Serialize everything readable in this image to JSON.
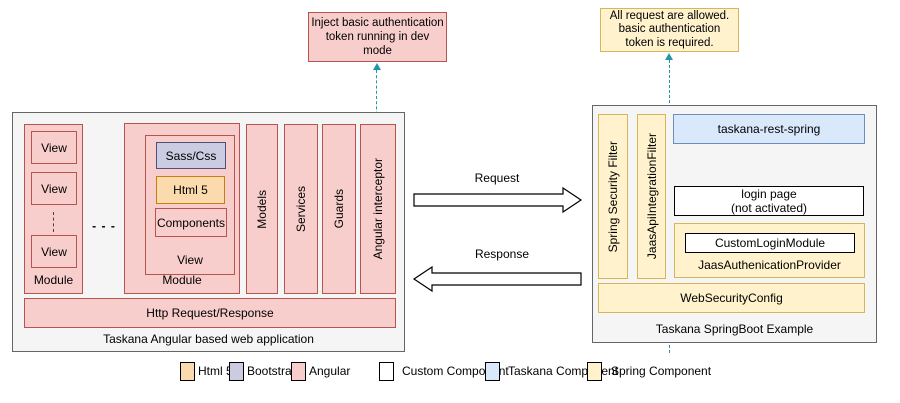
{
  "annotations": {
    "left": "Inject basic authentication\ntoken running in dev\nmode",
    "right": "All request are allowed.\nbasic authentication\ntoken is required."
  },
  "left_app": {
    "title": "Taskana Angular based web application",
    "module1": {
      "label": "Module",
      "views": [
        "View",
        "View",
        "View"
      ]
    },
    "module_ellipsis": "- - -",
    "module2": {
      "label": "Module",
      "view": {
        "label": "View",
        "children": [
          "Sass/Css",
          "Html 5",
          "Components"
        ]
      }
    },
    "bars": [
      "Models",
      "Services",
      "Guards",
      "Angular interceptor"
    ],
    "http_bar": "Http Request/Response"
  },
  "arrows": {
    "request": "Request",
    "response": "Response"
  },
  "right_app": {
    "title": "Taskana SpringBoot Example",
    "filters": [
      "Spring Security Filter",
      "JaasApiIntegrationFilter"
    ],
    "taskana_rest": "taskana-rest-spring",
    "login_page": "login page\n(not activated)",
    "provider": {
      "label": "JaasAuthenicationProvider",
      "child": "CustomLoginModule"
    },
    "web_security": "WebSecurityConfig"
  },
  "legend": [
    {
      "label": "Html 5"
    },
    {
      "label": "Bootstrap"
    },
    {
      "label": "Angular"
    },
    {
      "label": "Custom Component"
    },
    {
      "label": "Taskana Component"
    },
    {
      "label": "Spring Component"
    }
  ],
  "colors": {
    "angular_fill": "#f8cecc",
    "angular_stroke": "#b85450",
    "bootstrap_fill": "#cbcbe2",
    "bootstrap_stroke": "#50507a",
    "html5_fill": "#fbdbae",
    "html5_stroke": "#c67e0e",
    "spring_fill": "#fff2cc",
    "spring_stroke": "#d6b656",
    "taskana_fill": "#dae8fc",
    "taskana_stroke": "#6c8ebf",
    "custom_fill": "#ffffff",
    "custom_stroke": "#000000",
    "container_fill": "#f5f5f5",
    "container_stroke": "#666666",
    "dashed_arrow_color": "#2196a5"
  }
}
